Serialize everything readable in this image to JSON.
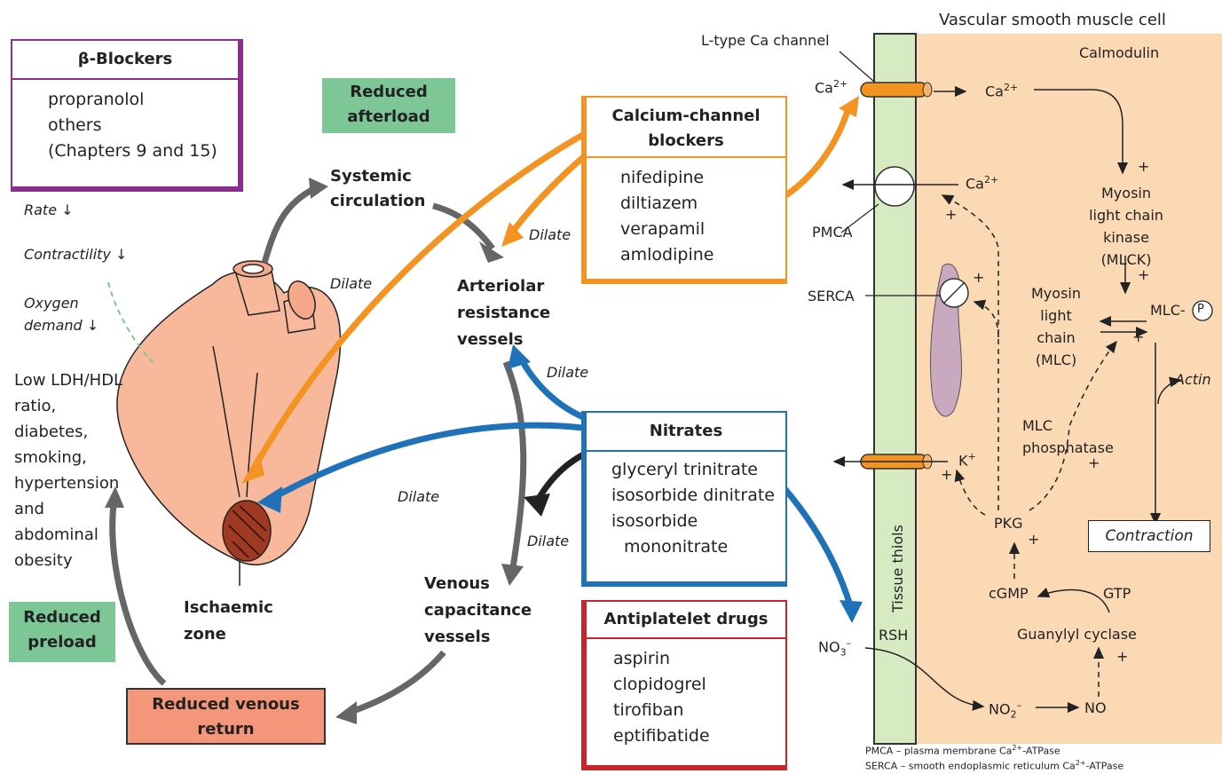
{
  "title": "Vascular smooth muscle cell",
  "beta": {
    "heading": "β-Blockers",
    "items": [
      "propranolol",
      "others",
      "(Chapters 9 and 15)"
    ]
  },
  "effects": {
    "rate": "Rate",
    "contractility": "Contractility",
    "oxygen1": "Oxygen",
    "oxygen2": "demand",
    "arrow": "↓"
  },
  "risk": [
    "Low LDH/HDL",
    "ratio,",
    "diabetes,",
    "smoking,",
    "hypertension",
    "and",
    "abdominal",
    "obesity"
  ],
  "reduced_afterload": [
    "Reduced",
    "afterload"
  ],
  "reduced_preload": [
    "Reduced",
    "preload"
  ],
  "reduced_venous_return": [
    "Reduced venous",
    "return"
  ],
  "systemic": [
    "Systemic",
    "circulation"
  ],
  "arteriolar": [
    "Arteriolar",
    "resistance",
    "vessels"
  ],
  "venous": [
    "Venous",
    "capacitance",
    "vessels"
  ],
  "ischaemic": [
    "Ischaemic",
    "zone"
  ],
  "dilate": "Dilate",
  "ccb": {
    "heading": [
      "Calcium-channel",
      "blockers"
    ],
    "items": [
      "nifedipine",
      "diltiazem",
      "verapamil",
      "amlodipine"
    ]
  },
  "nitrates": {
    "heading": "Nitrates",
    "items": [
      "glyceryl trinitrate",
      "isosorbide dinitrate",
      "isosorbide",
      "mononitrate"
    ]
  },
  "antiplatelet": {
    "heading": "Antiplatelet drugs",
    "items": [
      "aspirin",
      "clopidogrel",
      "tirofiban",
      "eptifibatide"
    ]
  },
  "cell": {
    "ltype": "L-type Ca channel",
    "ca": "Ca",
    "ca_sup": "2+",
    "pmca": "PMCA",
    "serca": "SERCA",
    "calmodulin": "Calmodulin",
    "mlck": [
      "Myosin",
      "light chain",
      "kinase (MLCK)"
    ],
    "mlc": [
      "Myosin",
      "light chain",
      "(MLC)"
    ],
    "mlcp": "MLC-",
    "p": "P",
    "actin": "Actin",
    "mlc_phosphatase": [
      "MLC",
      "phosphatase"
    ],
    "k": "K",
    "k_sup": "+",
    "pkg": "PKG",
    "contraction": "Contraction",
    "cgmp": "cGMP",
    "gtp": "GTP",
    "guanylyl": "Guanylyl cyclase",
    "no3": "NO",
    "no3_sub": "3",
    "no3_sup": "–",
    "no2": "NO",
    "no2_sub": "2",
    "no2_sup": "–",
    "no": "NO",
    "rsh": "RSH",
    "thiols": "Tissue thiols",
    "plus": "+"
  },
  "footnotes": {
    "pmca": "PMCA – plasma membrane Ca",
    "serca": "SERCA – smooth endoplasmic reticulum Ca",
    "sup": "2+",
    "suffix": "-ATPase"
  },
  "colors": {
    "orange": "#f39321",
    "blue": "#1f72b8",
    "purple": "#8b2f8f",
    "red": "#c8242b",
    "green": "#7dc797",
    "peach": "#fbd9b5",
    "membrane": "#d7ebc3",
    "salmon": "#f3967a"
  }
}
